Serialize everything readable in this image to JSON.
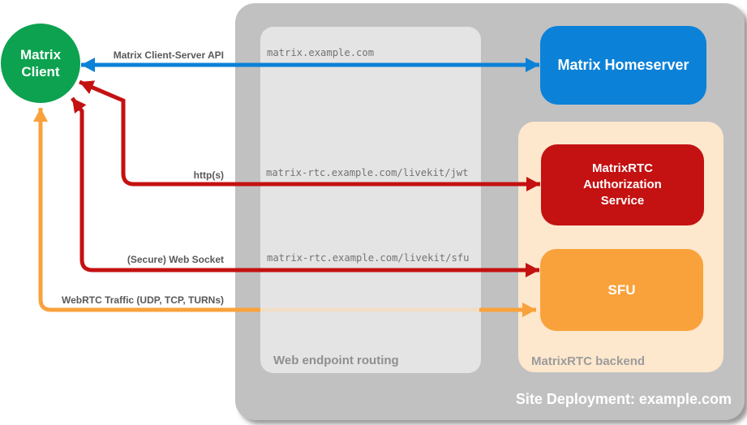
{
  "page": {
    "background": "#ffffff"
  },
  "diagram": {
    "client": {
      "lines": [
        "Matrix",
        "Client"
      ],
      "color": "#0ca24f"
    },
    "site": {
      "title": "Site Deployment: example.com",
      "color": "#c1c1c1",
      "title_color": "#ffffff"
    },
    "routing": {
      "label": "Web endpoint routing",
      "endpoints": [
        "matrix.example.com",
        "matrix-rtc.example.com/livekit/jwt",
        "matrix-rtc.example.com/livekit/sfu"
      ]
    },
    "backend": {
      "label": "MatrixRTC backend",
      "color": "#fde7cd"
    },
    "homeserver": {
      "label": "Matrix Homeserver",
      "color": "#0b81d8"
    },
    "auth": {
      "lines": [
        "MatrixRTC",
        "Authorization",
        "Service"
      ],
      "color": "#c41111"
    },
    "sfu": {
      "label": "SFU",
      "color": "#f9a23b"
    },
    "arrows": {
      "client_server_api": {
        "label": "Matrix Client-Server API",
        "color": "#0b81d8"
      },
      "https": {
        "label": "http(s)",
        "color": "#c41111"
      },
      "websocket": {
        "label": "(Secure) Web Socket",
        "color": "#c41111"
      },
      "webrtc": {
        "label": "WebRTC Traffic (UDP, TCP, TURNs)",
        "color": "#f9a23b"
      }
    },
    "label_color": "#595959",
    "endpoint_text_color": "#737373"
  }
}
